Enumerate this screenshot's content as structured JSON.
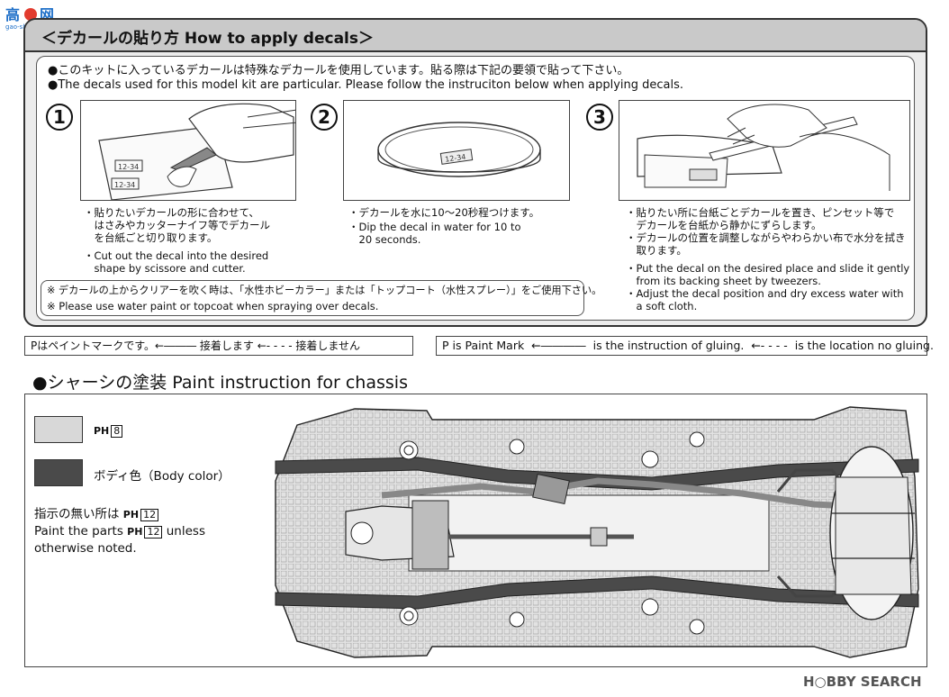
{
  "watermark": {
    "site": "gao-shop"
  },
  "decal_section": {
    "title": "＜デカールの貼り方 How to apply decals＞",
    "intro_jp": "●このキットに入っているデカールは特殊なデカールを使用しています。貼る際は下記の要領で貼って下さい。",
    "intro_en": "●The decals used for this model kit are particular. Please follow the instruciton below when applying decals.",
    "steps": [
      {
        "number": "1",
        "illustration_labels": [
          "12-34",
          "12-34"
        ],
        "jp": "・貼りたいデカールの形に合わせて、\n　はさみやカッターナイフ等でデカール\n　を台紙ごと切り取ります。",
        "en": "・Cut out the decal into the desired\n　shape by scissore and cutter."
      },
      {
        "number": "2",
        "illustration_labels": [
          "12-34"
        ],
        "jp": "・デカールを水に10〜20秒程つけます。",
        "en": "・Dip the decal in water for 10 to\n　20 seconds."
      },
      {
        "number": "3",
        "illustration_labels": [],
        "jp": "・貼りたい所に台紙ごとデカールを置き、ピンセット等で\n　デカールを台紙から静かにずらします。\n・デカールの位置を調整しながらやわらかい布で水分を拭き\n　取ります。",
        "en": "・Put the decal on the desired place and slide it gently\n　from its backing sheet by tweezers.\n・Adjust the decal position and dry excess water with\n　a soft cloth."
      }
    ],
    "spray_note_jp": "※ デカールの上からクリアーを吹く時は、「水性ホビーカラー」または「トップコート（水性スプレー）」をご使用下さい。",
    "spray_note_en": "※ Please use water paint or topcoat when spraying over decals."
  },
  "legend": {
    "jp": "Pはペイントマークです。←――― 接着します ←- - - - 接着しません",
    "en_paint": "P is Paint Mark",
    "en_glue": "is the instruction of gluing.",
    "en_noglue": "is the location no gluing."
  },
  "chassis_section": {
    "title": "●シャーシの塗装 Paint instruction for chassis",
    "key": [
      {
        "color": "#d8d8d8",
        "ph_prefix": "PH",
        "code": "8"
      },
      {
        "color": "#4a4a4a",
        "label": "ボディ色（Body color）"
      }
    ],
    "default_jp": "指示の無い所は",
    "default_code": "12",
    "default_en_1": "Paint the parts",
    "default_en_2": "unless",
    "default_en_3": "otherwise noted."
  },
  "footer": {
    "brand": "H○BBY SEARCH"
  },
  "colors": {
    "panel_bg": "#ececec",
    "header_bg": "#c9c9c9",
    "light_gray": "#d8d8d8",
    "body_color": "#4a4a4a"
  }
}
